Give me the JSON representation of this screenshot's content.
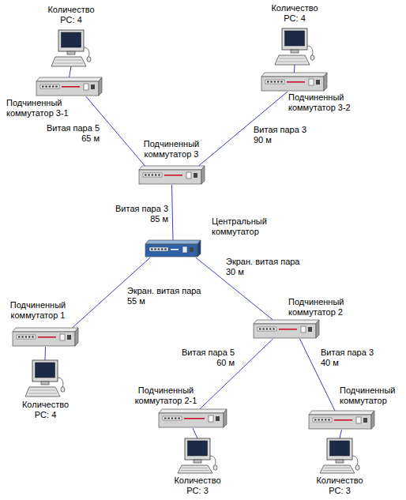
{
  "diagram": {
    "nodes": [
      {
        "text": [
          "Количество PC: 4"
        ]
      },
      {
        "text": [
          "Количество PC: 4"
        ]
      },
      {
        "text": [
          "Подчиненный коммутатор 3-1"
        ]
      },
      {
        "text": [
          "Подчиненный коммутатор 3-2"
        ]
      },
      {
        "text": [
          "Подчиненный коммутатор 3"
        ]
      },
      {
        "text": [
          "Центральный коммутатор"
        ]
      },
      {
        "text": [
          "Подчиненный коммутатор 1"
        ]
      },
      {
        "text": [
          "Подчиненный коммутатор 2"
        ]
      },
      {
        "text": [
          "Количество PC: 4"
        ]
      },
      {
        "text": [
          "Подчиненный коммутатор 2-1"
        ]
      },
      {
        "text": [
          "Подчиненный коммутатор"
        ]
      },
      {
        "text": [
          "Количество PC: 3"
        ]
      },
      {
        "text": [
          "Количество PC: 3"
        ]
      }
    ],
    "edges": [
      {
        "from": 0,
        "to": 2,
        "arrow": "none"
      },
      {
        "from": 1,
        "to": 3,
        "arrow": "none"
      },
      {
        "from": 2,
        "to": 4,
        "label": "Витая пара 5 65 м",
        "arrow": "none"
      },
      {
        "from": 3,
        "to": 4,
        "label": "Витая пара 3 90 м",
        "arrow": "none"
      },
      {
        "from": 4,
        "to": 5,
        "label": "Витая пара 3 85 м",
        "arrow": "none"
      },
      {
        "from": 5,
        "to": 6,
        "label": "Экран. витая пара 55 м",
        "arrow": "none"
      },
      {
        "from": 5,
        "to": 7,
        "label": "Экран. витая пара 30 м",
        "arrow": "none"
      },
      {
        "from": 6,
        "to": 8,
        "arrow": "none"
      },
      {
        "from": 7,
        "to": 9,
        "label": "Витая пара 5 60 м",
        "arrow": "none"
      },
      {
        "from": 7,
        "to": 10,
        "label": "Витая пара 3 40 м",
        "arrow": "none"
      },
      {
        "from": 9,
        "to": 11,
        "arrow": "none"
      },
      {
        "from": 10,
        "to": 12,
        "arrow": "none"
      }
    ]
  }
}
